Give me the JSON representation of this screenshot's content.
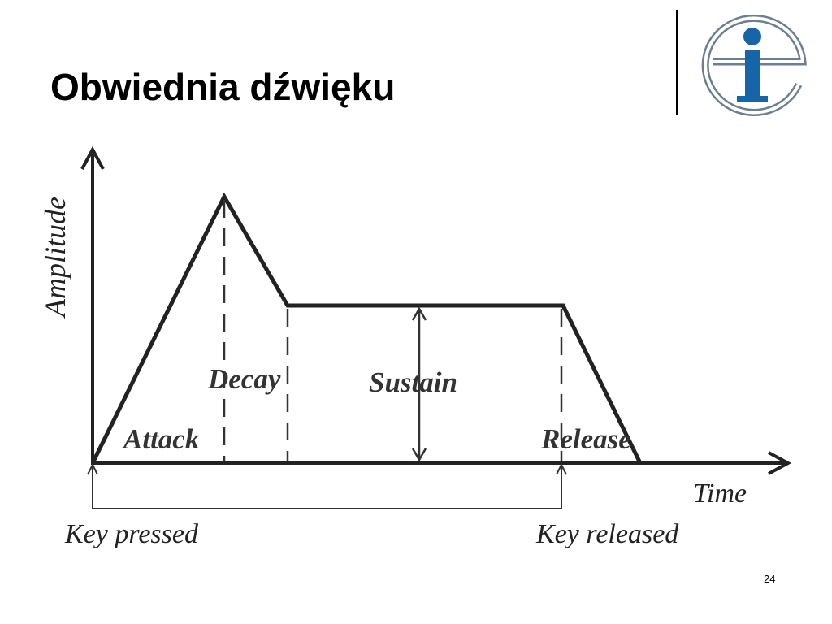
{
  "slide": {
    "title": "Obwiednia dźwięku",
    "page_number": "24"
  },
  "logo": {
    "icon": "ie-logo-icon",
    "letter_i_color": "#1565a8",
    "ring_color": "#6b7f8f"
  },
  "diagram": {
    "y_axis_label": "Amplitude",
    "x_axis_label": "Time",
    "phases": {
      "attack": "Attack",
      "decay": "Decay",
      "sustain": "Sustain",
      "release": "Release"
    },
    "events": {
      "key_pressed": "Key pressed",
      "key_released": "Key released"
    }
  }
}
